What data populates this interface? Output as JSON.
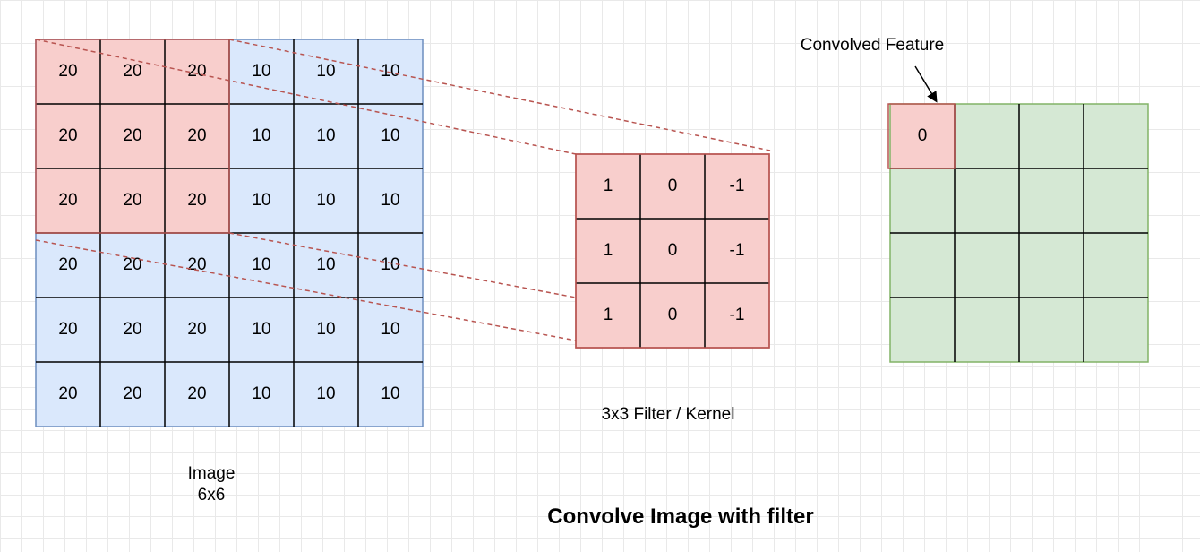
{
  "image": {
    "label_line1": "Image",
    "label_line2": "6x6",
    "rows": [
      [
        "20",
        "20",
        "20",
        "10",
        "10",
        "10"
      ],
      [
        "20",
        "20",
        "20",
        "10",
        "10",
        "10"
      ],
      [
        "20",
        "20",
        "20",
        "10",
        "10",
        "10"
      ],
      [
        "20",
        "20",
        "20",
        "10",
        "10",
        "10"
      ],
      [
        "20",
        "20",
        "20",
        "10",
        "10",
        "10"
      ],
      [
        "20",
        "20",
        "20",
        "10",
        "10",
        "10"
      ]
    ],
    "highlight_rows": 3,
    "highlight_cols": 3
  },
  "kernel": {
    "label": "3x3 Filter / Kernel",
    "rows": [
      [
        "1",
        "0",
        "-1"
      ],
      [
        "1",
        "0",
        "-1"
      ],
      [
        "1",
        "0",
        "-1"
      ]
    ]
  },
  "feature": {
    "label": "Convolved Feature",
    "rows": [
      [
        "0",
        "",
        "",
        ""
      ],
      [
        "",
        "",
        "",
        ""
      ],
      [
        "",
        "",
        "",
        ""
      ],
      [
        "",
        "",
        "",
        ""
      ]
    ]
  },
  "title": "Convolve Image with filter",
  "colors": {
    "image_fill": "#dae8fc",
    "image_border": "#6c8ebf",
    "highlight_fill": "#f8cecc",
    "highlight_border": "#b85450",
    "feature_fill": "#d5e8d4",
    "feature_border": "#82b366",
    "dashed_line": "#b85450"
  }
}
